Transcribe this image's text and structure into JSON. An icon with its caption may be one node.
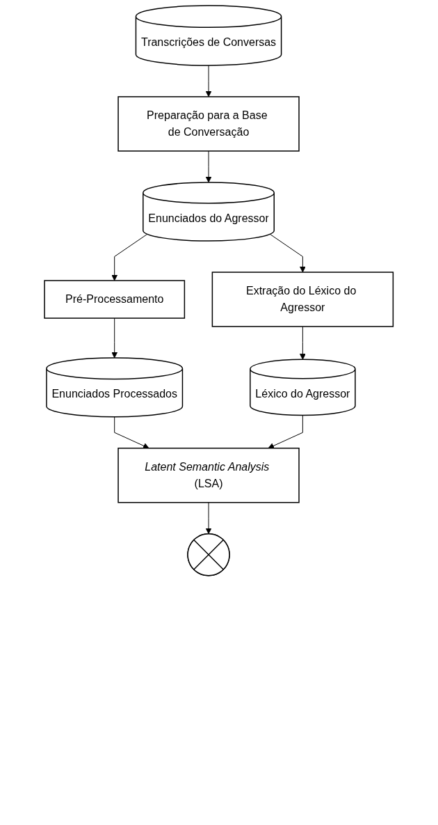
{
  "diagram": {
    "nodes": [
      {
        "text": [
          "Transcrições de Conversas"
        ]
      },
      {
        "text": [
          "Preparação para a Base de Conversação"
        ]
      },
      {
        "text": [
          "Enunciados do Agressor"
        ]
      },
      {
        "text": [
          "Extração do Léxico do Agressor"
        ]
      },
      {
        "text": [
          "Léxico do Agressor"
        ]
      },
      {
        "text": [
          "Pré-Processamento"
        ]
      },
      {
        "text": [
          "Enunciados Processados"
        ]
      },
      {
        "text": [
          "*Latent Semantic Analysis* (LSA)"
        ]
      },
      {
        "text": [],
        "shape": "circle"
      }
    ],
    "edges": [
      {
        "from": 0,
        "to": 1,
        "arrow": "to"
      },
      {
        "from": 1,
        "to": 2,
        "arrow": "to"
      },
      {
        "from": 2,
        "to": 3,
        "arrow": "to"
      },
      {
        "from": 3,
        "to": 4,
        "arrow": "to"
      },
      {
        "from": 2,
        "to": 5,
        "arrow": "to"
      },
      {
        "from": 5,
        "to": 6,
        "arrow": "to"
      },
      {
        "from": 6,
        "to": 7,
        "arrow": "to"
      },
      {
        "from": 4,
        "to": 7,
        "arrow": "to"
      },
      {
        "from": 7,
        "to": 8,
        "arrow": "to"
      }
    ]
  }
}
